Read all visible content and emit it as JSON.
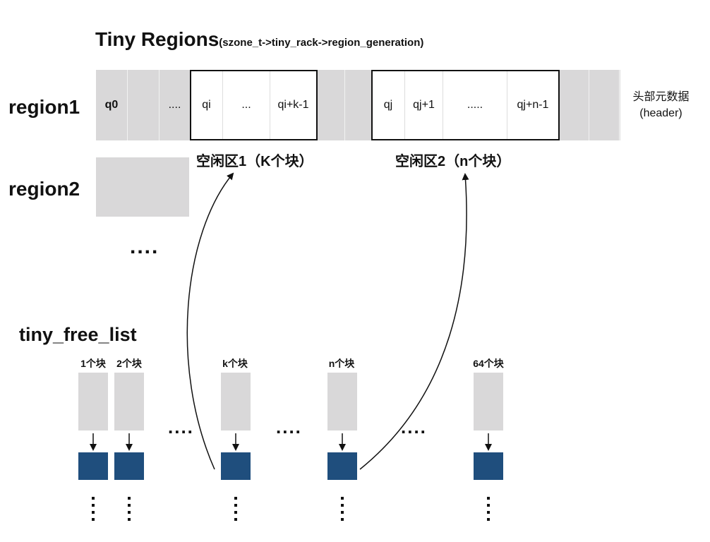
{
  "title": {
    "main": "Tiny Regions",
    "sub": "(szone_t->tiny_rack->region_generation)"
  },
  "regions": {
    "region1_label": "region1",
    "region2_label": "region2",
    "more": "...."
  },
  "region1_cells": {
    "q0": "q0",
    "dots1": "....",
    "qi": "qi",
    "dots2": "...",
    "qi_k": "qi+k-1",
    "qj": "qj",
    "qj1": "qj+1",
    "dots3": ".....",
    "qj_n": "qj+n-1",
    "header_line1": "头部元数据",
    "header_line2": "(header)"
  },
  "free_areas": {
    "area1": "空闲区1（K个块）",
    "area2": "空闲区2（n个块）"
  },
  "free_list": {
    "title": "tiny_free_list",
    "columns": [
      "1个块",
      "2个块",
      "k个块",
      "n个块",
      "64个块"
    ],
    "gap_dots": "...."
  },
  "colors": {
    "gray_block": "#d9d8d9",
    "blue_block": "#1f4e7d",
    "border": "#111111"
  }
}
